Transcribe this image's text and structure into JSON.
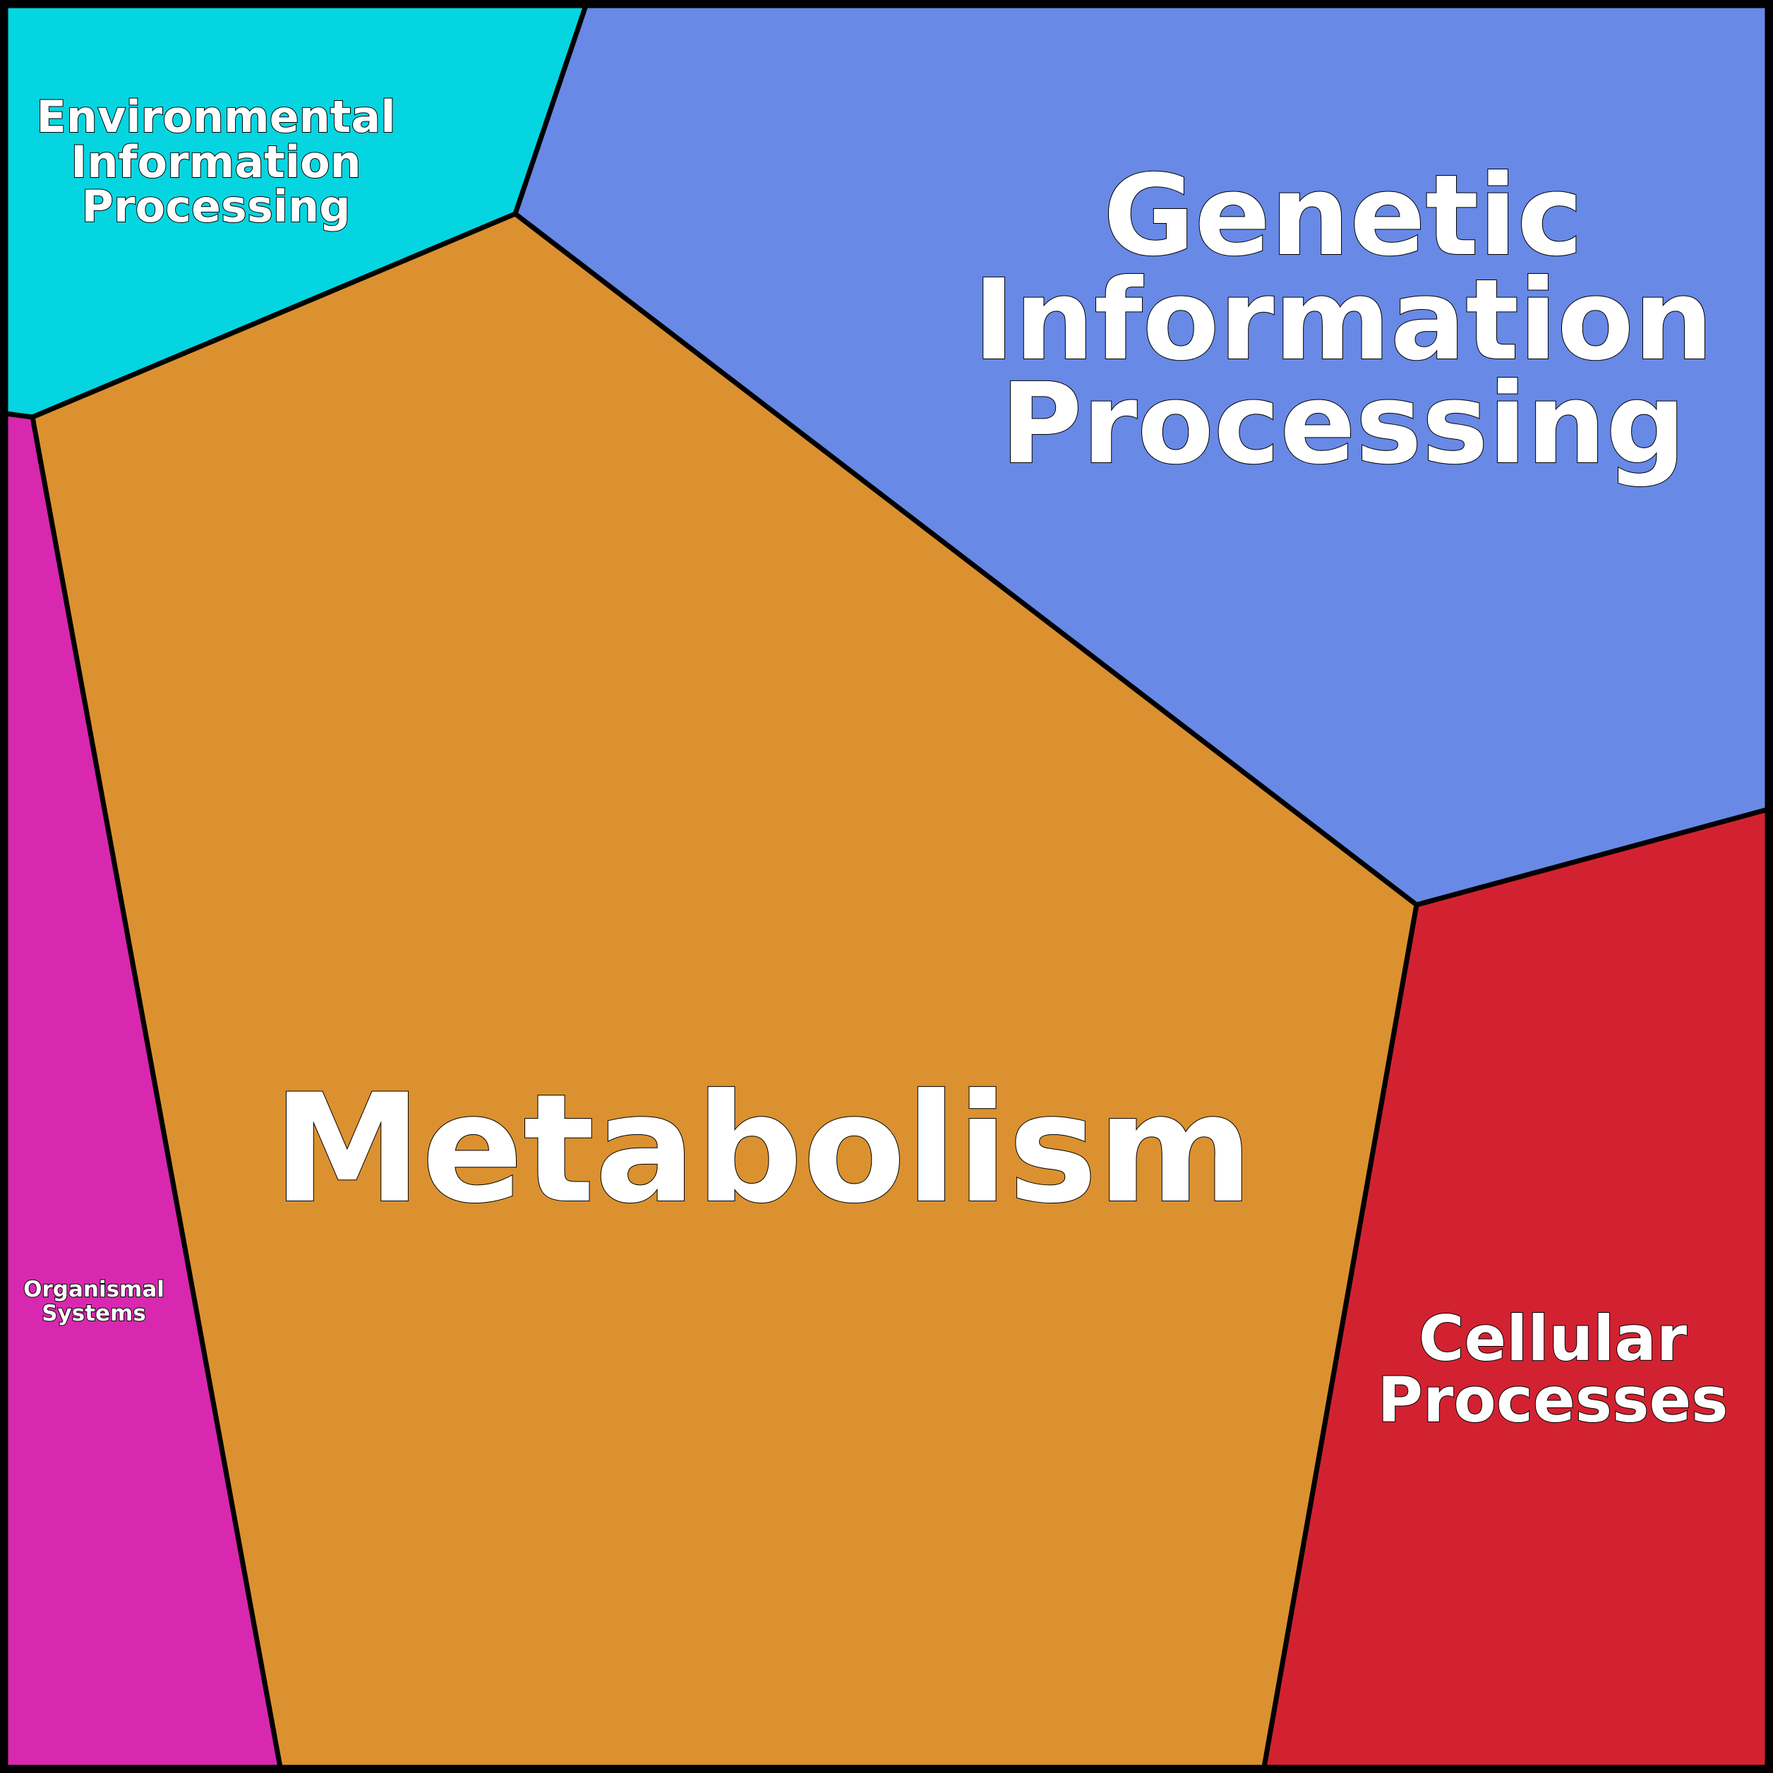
{
  "colors": {
    "environmental": "#05d5e0",
    "genetic": "#6889e5",
    "metabolism": "#db9130",
    "organismal": "#d828b0",
    "cellular": "#d22231",
    "border": "#000000"
  },
  "regions": {
    "environmental": [
      "Environmental",
      "Information",
      "Processing"
    ],
    "genetic": [
      "Genetic",
      "Information",
      "Processing"
    ],
    "metabolism": [
      "Metabolism"
    ],
    "organismal": [
      "Organismal",
      "Systems"
    ],
    "cellular": [
      "Cellular",
      "Processes"
    ]
  }
}
